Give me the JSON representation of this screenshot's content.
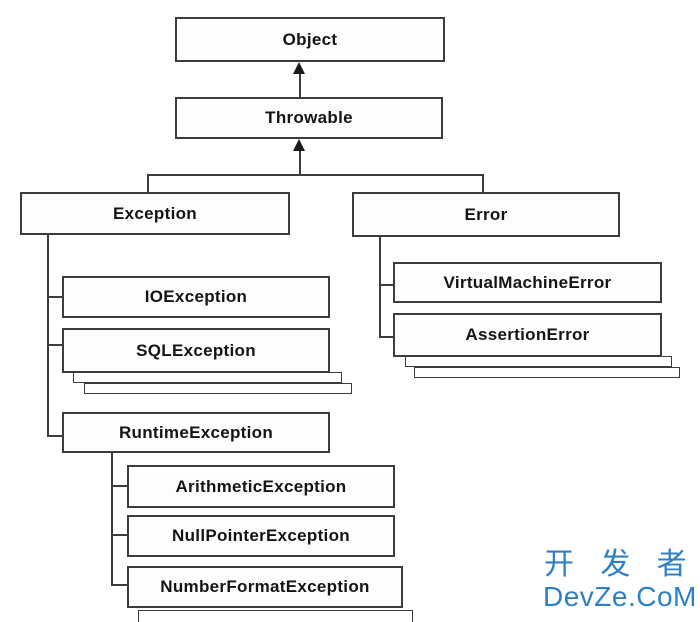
{
  "diagram": {
    "nodes": {
      "object": "Object",
      "throwable": "Throwable",
      "exception": "Exception",
      "error": "Error",
      "ioexception": "IOException",
      "sqlexception": "SQLException",
      "runtimeexception": "RuntimeException",
      "arithmeticexception": "ArithmeticException",
      "nullpointerexception": "NullPointerException",
      "numberformatexception": "NumberFormatException",
      "virtualmachineerror": "VirtualMachineError",
      "assertionerror": "AssertionError"
    },
    "colors": {
      "line": "#3c3c3c",
      "box_background": "#fdfdfd",
      "text": "#141414"
    }
  },
  "watermark": {
    "cjk_text": "开 发 者",
    "latin_text": "DevZe.CoM",
    "color": "#2e80c5"
  }
}
